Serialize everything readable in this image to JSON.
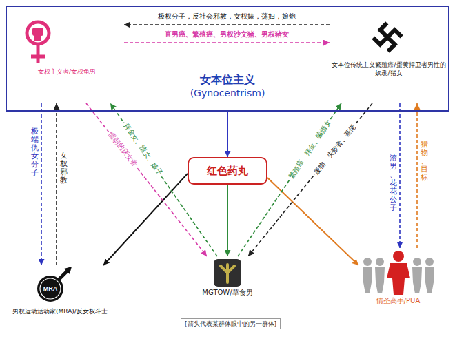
{
  "diagram": {
    "caption": "[箭头代表某群体眼中的另一群体]",
    "nodes": [
      {
        "text": [
          "女本位主义",
          "(Gynocentrism)"
        ]
      },
      {
        "text": [
          "女权主义者/女权龟男"
        ],
        "in": 0
      },
      {
        "text": [
          "女本位传统主义繁殖癌/蛋黄捍卫者男性的奴隶/猪女"
        ],
        "in": 0
      },
      {
        "text": [
          "红色药丸"
        ]
      },
      {
        "text": [
          "MRA",
          "男权运动活动家(MRA)/反女权斗士"
        ]
      },
      {
        "text": [
          "MGTOW/草食男"
        ]
      },
      {
        "text": [
          "情圣高手/PUA"
        ]
      }
    ],
    "edges": [
      {
        "from": 2,
        "to": 1,
        "arrow": "to",
        "label": "极权分子，反社会邪教，女权婊，荡妇，娘炮"
      },
      {
        "from": 1,
        "to": 2,
        "arrow": "to",
        "label": "直男癌、繁殖癌、男权沙文猪、男权猪女"
      },
      {
        "from": 0,
        "to": 3,
        "arrow": "to"
      },
      {
        "from": 3,
        "to": 4,
        "arrow": "to"
      },
      {
        "from": 3,
        "to": 5,
        "arrow": "to"
      },
      {
        "from": 3,
        "to": 6,
        "arrow": "to"
      },
      {
        "from": 1,
        "to": 4,
        "arrow": "to",
        "label": "极端仇女分子"
      },
      {
        "from": 4,
        "to": 1,
        "arrow": "to",
        "label": "女权邪教"
      },
      {
        "from": 1,
        "to": 5,
        "arrow": "to",
        "label": "懦弱的厌女者"
      },
      {
        "from": 5,
        "to": 1,
        "arrow": "to",
        "label": "拜金女、渣女、婊子"
      },
      {
        "from": 2,
        "to": 5,
        "arrow": "to",
        "label": "废物、失败者、基佬"
      },
      {
        "from": 5,
        "to": 2,
        "arrow": "to",
        "label": "繁殖癌、拜金、骗婚女"
      },
      {
        "from": 2,
        "to": 6,
        "arrow": "to",
        "label": "渣男、花花公子"
      },
      {
        "from": 6,
        "to": 2,
        "arrow": "to",
        "label": "猎物、目标"
      }
    ]
  }
}
